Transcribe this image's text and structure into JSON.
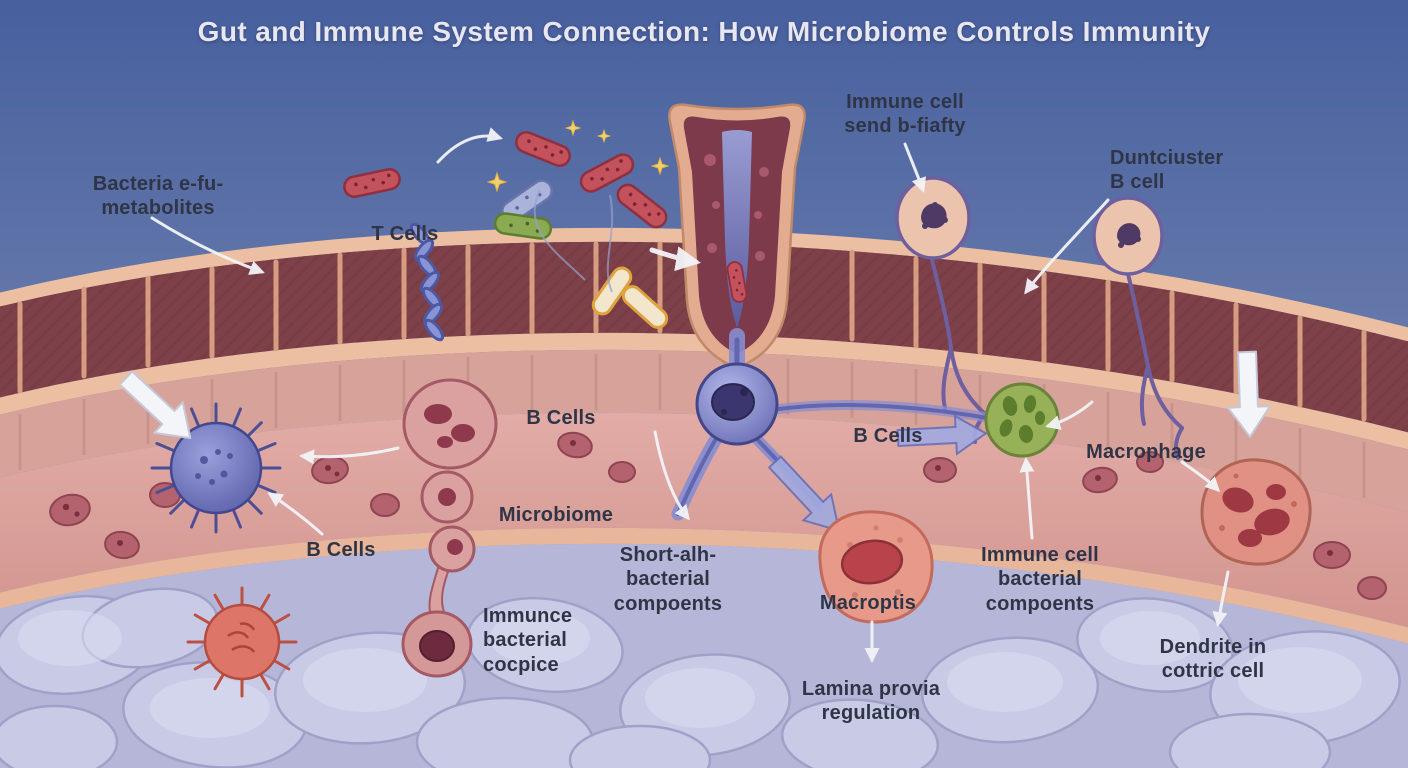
{
  "title": "Gut and Immune System Connection: How Microbiome Controls Immunity",
  "labels": {
    "bacteria_metabolites": "Bacteria e-fu-\nmetabolites",
    "t_cells": "T Cells",
    "immune_cell_send": "Immune cell\nsend b-fiafty",
    "duntciuster_b_cell": "Duntciuster\nB cell",
    "b_cells_center": "B Cells",
    "b_cells_right": "B Cells",
    "macrophage": "Macrophage",
    "microbiome": "Microbiome",
    "b_cells_left": "B Cells",
    "short_chain_components": "Short-alh-\nbacterial\ncompoents",
    "immune_bacterial_practice": "Immunce\nbacterial\ncocpice",
    "macroptis": "Macroptis",
    "immune_cell_bacterial": "Immune cell\nbacterial\ncompoents",
    "lamina_regulation": "Lamina provia\nregulation",
    "dendrite_cell": "Dendrite in\ncottric cell"
  },
  "colors": {
    "sky_top": "#47609e",
    "sky_bottom": "#93a2c6",
    "epithelium_brick": "#7e4049",
    "epithelium_border": "#ecbfa2",
    "lamina_pink": "#dfa9a4",
    "tissue_lavender": "#b6b7d8",
    "dendritic_blue": "#6b70b8",
    "green_cell": "#97b158",
    "macrophage_red": "#e79a8a",
    "bacteria_red": "#c4525c",
    "label_text": "#2f3546",
    "title_text": "#e7e6f1"
  }
}
